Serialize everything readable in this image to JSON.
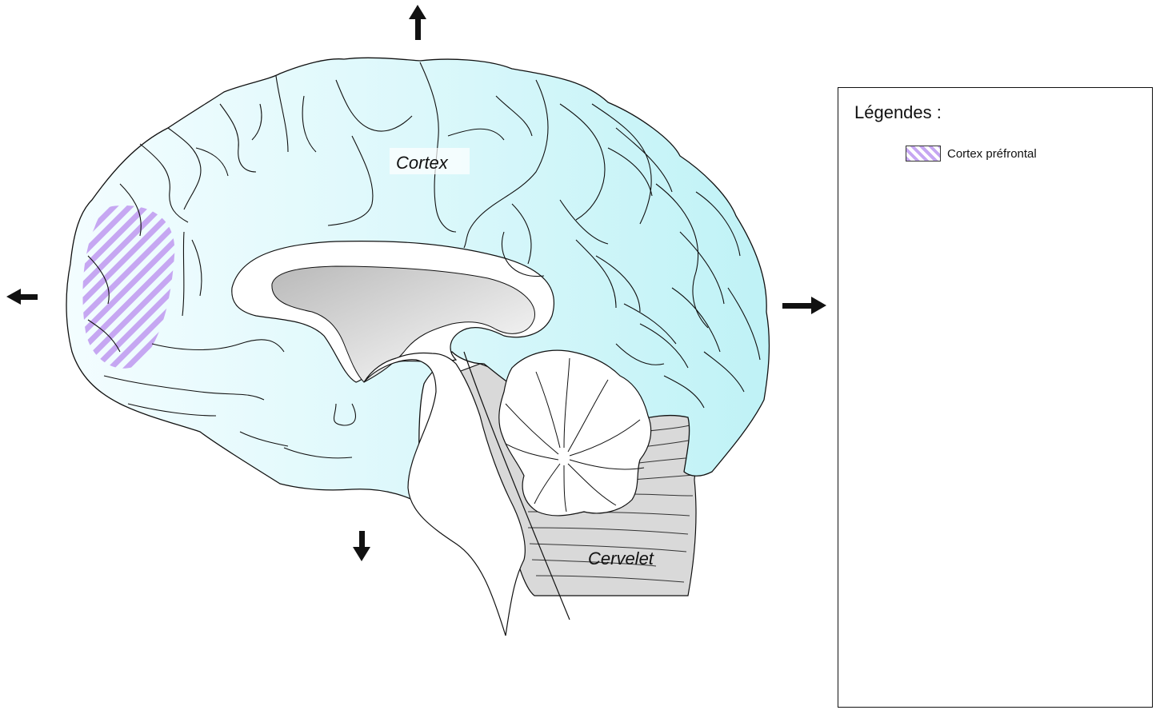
{
  "diagram": {
    "labels": {
      "cortex": "Cortex",
      "cervelet": "Cervelet"
    },
    "colors": {
      "cortex_fill": "#dff9fb",
      "cortex_fill_back": "#c9f5f8",
      "cerebellum_fill": "#d9d9d9",
      "prefrontal_hatch": "#c6a7f2",
      "outline": "#111111"
    },
    "arrows": [
      "arrow-up-icon",
      "arrow-down-icon",
      "arrow-left-icon",
      "arrow-right-icon"
    ]
  },
  "legend": {
    "title": "Légendes :",
    "items": [
      {
        "label": "Cortex préfrontal",
        "pattern": "diagonal-stripes",
        "color": "#c6a7f2"
      }
    ]
  }
}
